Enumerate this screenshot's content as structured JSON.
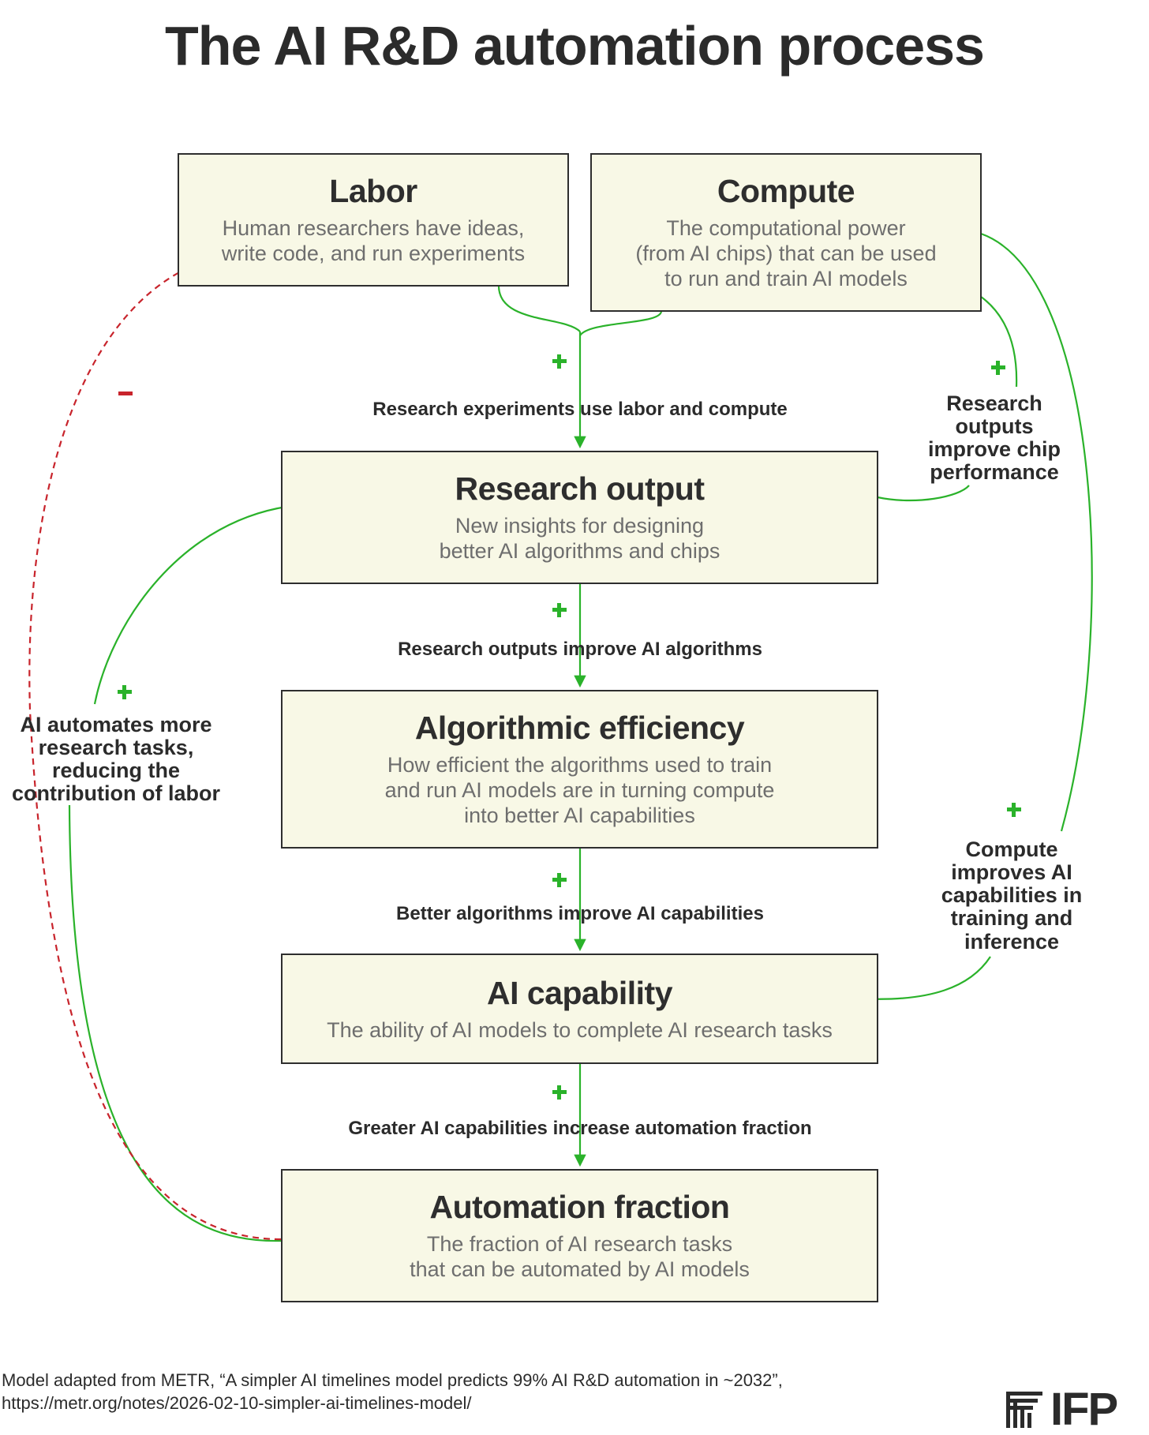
{
  "title": "The AI R&D automation process",
  "colors": {
    "positive": "#2ab22a",
    "negative": "#c8242c",
    "box_fill": "#f8f8e6",
    "box_border": "#2e2e2e"
  },
  "nodes": {
    "labor": {
      "title": "Labor",
      "desc": "Human researchers have ideas,\nwrite code, and run experiments"
    },
    "compute": {
      "title": "Compute",
      "desc": "The computational power\n(from AI chips) that can be used\nto run and train AI models"
    },
    "research_output": {
      "title": "Research output",
      "desc": "New insights for designing\nbetter AI algorithms and chips"
    },
    "algorithmic_efficiency": {
      "title": "Algorithmic efficiency",
      "desc": "How efficient the algorithms used to train\nand run AI models are in turning compute\ninto better AI capabilities"
    },
    "ai_capability": {
      "title": "AI capability",
      "desc": "The ability of AI models to complete AI research tasks"
    },
    "automation_fraction": {
      "title": "Automation fraction",
      "desc": "The fraction of AI research tasks\nthat can be automated by AI models"
    }
  },
  "edges": {
    "labor_compute_to_research": "Research experiments use labor and compute",
    "research_to_algorithms": "Research outputs improve AI algorithms",
    "algorithms_to_capability": "Better algorithms improve AI capabilities",
    "capability_to_automation": "Greater AI capabilities increase automation fraction",
    "research_to_compute": "Research\noutputs\nimprove chip\nperformance",
    "compute_to_capability": "Compute\nimproves AI\ncapabilities in\ntraining and\ninference",
    "automation_to_research": "AI automates more\nresearch tasks,\nreducing the\ncontribution of labor"
  },
  "signs": {
    "positive": "+",
    "negative": "-"
  },
  "footer": "Model adapted from METR, “A simpler AI timelines model predicts 99% AI R&D automation in ~2032”,\nhttps://metr.org/notes/2026-02-10-simpler-ai-timelines-model/",
  "logo": "IFP"
}
